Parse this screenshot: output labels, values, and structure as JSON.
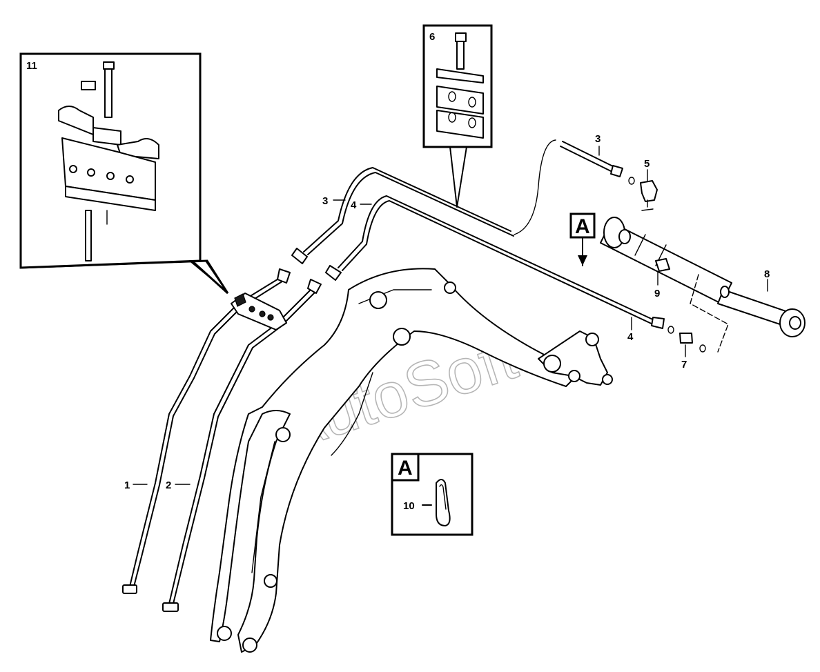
{
  "callouts": {
    "c1": "1",
    "c2": "2",
    "c3_left": "3",
    "c3_right": "3",
    "c4_left": "4",
    "c4_right": "4",
    "c5": "5",
    "c6": "6",
    "c7": "7",
    "c8": "8",
    "c9": "9",
    "c10": "10",
    "c11": "11"
  },
  "view_markers": {
    "main": "A",
    "detail": "A"
  },
  "watermark": "AutoSoft",
  "colors": {
    "line": "#000000",
    "background": "#ffffff",
    "watermark": "#b5b5b5"
  }
}
